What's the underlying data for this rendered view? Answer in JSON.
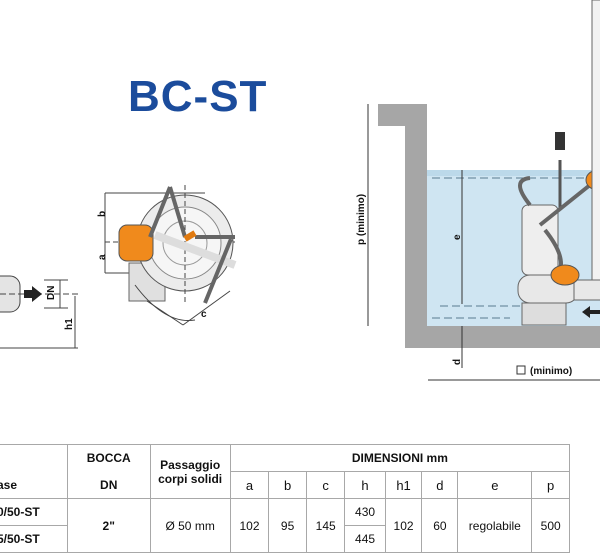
{
  "title": "BC-ST",
  "diagram_labels": {
    "dn": "DN",
    "h1": "h1",
    "a": "a",
    "b": "b",
    "c": "c",
    "p": "p  (minimo)",
    "e": "e",
    "d": "d",
    "square_min": "(minimo)"
  },
  "table": {
    "headers": {
      "model": "ase",
      "bocca": "BOCCA",
      "bocca_sub": "DN",
      "passaggio": "Passaggio",
      "passaggio_sub": "corpi solidi",
      "dimensioni": "DIMENSIONI mm",
      "dims": [
        "a",
        "b",
        "c",
        "h",
        "h1",
        "d",
        "e",
        "p"
      ]
    },
    "rows": [
      {
        "model": "0/50-ST",
        "h": "430"
      },
      {
        "model": "5/50-ST",
        "h": "445"
      }
    ],
    "shared": {
      "dn": "2\"",
      "passaggio": "Ø 50 mm",
      "a": "102",
      "b": "95",
      "c": "145",
      "h1": "102",
      "d": "60",
      "e": "regolabile",
      "p": "500"
    }
  }
}
